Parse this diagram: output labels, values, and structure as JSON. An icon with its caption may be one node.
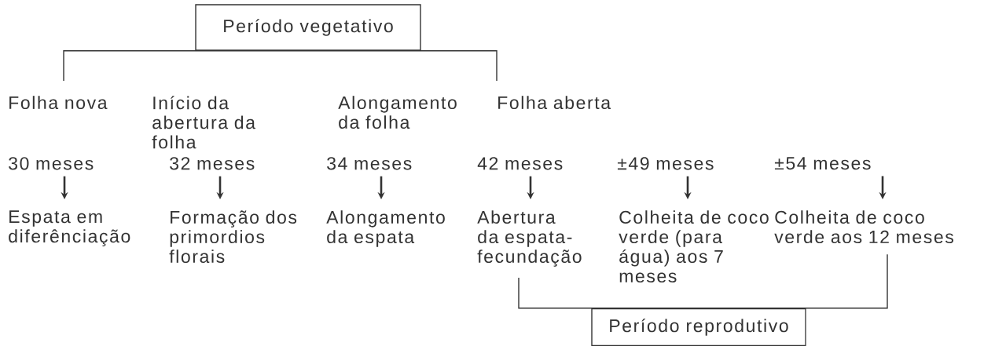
{
  "diagram": {
    "nodes": [
      {
        "text": [
          "Período vegetativo"
        ]
      },
      {
        "text": [
          "Folha nova"
        ]
      },
      {
        "text": [
          "Início da abertura da folha"
        ]
      },
      {
        "text": [
          "Alongamento da folha"
        ]
      },
      {
        "text": [
          "Folha aberta"
        ]
      },
      {
        "text": [
          "30 meses"
        ]
      },
      {
        "text": [
          "32 meses"
        ]
      },
      {
        "text": [
          "34 meses"
        ]
      },
      {
        "text": [
          "42 meses"
        ]
      },
      {
        "text": [
          "±49 meses"
        ]
      },
      {
        "text": [
          "±54 meses"
        ]
      },
      {
        "text": [
          "Espata em diferênciação"
        ]
      },
      {
        "text": [
          "Formação dos primordios florais"
        ]
      },
      {
        "text": [
          "Alongamento da espata"
        ]
      },
      {
        "text": [
          "Abertura da espata-fecundação"
        ]
      },
      {
        "text": [
          "Colheita de coco verde (para água) aos 7 meses"
        ]
      },
      {
        "text": [
          "Colheita de coco verde aos 12 meses"
        ]
      },
      {
        "text": [
          "Período reprodutivo"
        ]
      }
    ],
    "edges": [
      {
        "from": 0,
        "to": 1,
        "arrow": "none"
      },
      {
        "from": 0,
        "to": 4,
        "arrow": "none"
      },
      {
        "from": 5,
        "to": 11,
        "arrow": "to"
      },
      {
        "from": 6,
        "to": 12,
        "arrow": "to"
      },
      {
        "from": 7,
        "to": 13,
        "arrow": "to"
      },
      {
        "from": 8,
        "to": 14,
        "arrow": "to"
      },
      {
        "from": 9,
        "to": 15,
        "arrow": "to"
      },
      {
        "from": 10,
        "to": 16,
        "arrow": "to"
      },
      {
        "from": 17,
        "to": 14,
        "arrow": "none"
      },
      {
        "from": 17,
        "to": 16,
        "arrow": "none"
      }
    ]
  }
}
